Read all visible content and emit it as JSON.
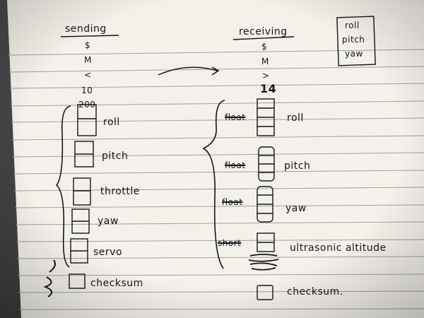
{
  "sending": {
    "title": "sending",
    "header": [
      "$",
      "M",
      "<",
      "10",
      "200"
    ],
    "fields": [
      {
        "label": "roll"
      },
      {
        "label": "pitch"
      },
      {
        "label": "throttle"
      },
      {
        "label": "yaw"
      },
      {
        "label": "servo"
      },
      {
        "label": "checksum"
      }
    ]
  },
  "receiving": {
    "title": "receiving",
    "header": [
      "$",
      "M",
      ">",
      "14"
    ],
    "fields": [
      {
        "type": "float",
        "label": "roll"
      },
      {
        "type": "float",
        "label": "pitch"
      },
      {
        "type": "float",
        "label": "yaw"
      },
      {
        "type": "short",
        "label": "ultrasonic altitude"
      },
      {
        "type": "",
        "label": "checksum."
      }
    ]
  },
  "side_box": {
    "items": [
      "roll",
      "pitch",
      "yaw"
    ]
  },
  "colors": {
    "paper": "#f4f1ea",
    "rule": "#9aa3a8",
    "ink": "#151515",
    "margin": "#c98e86"
  }
}
